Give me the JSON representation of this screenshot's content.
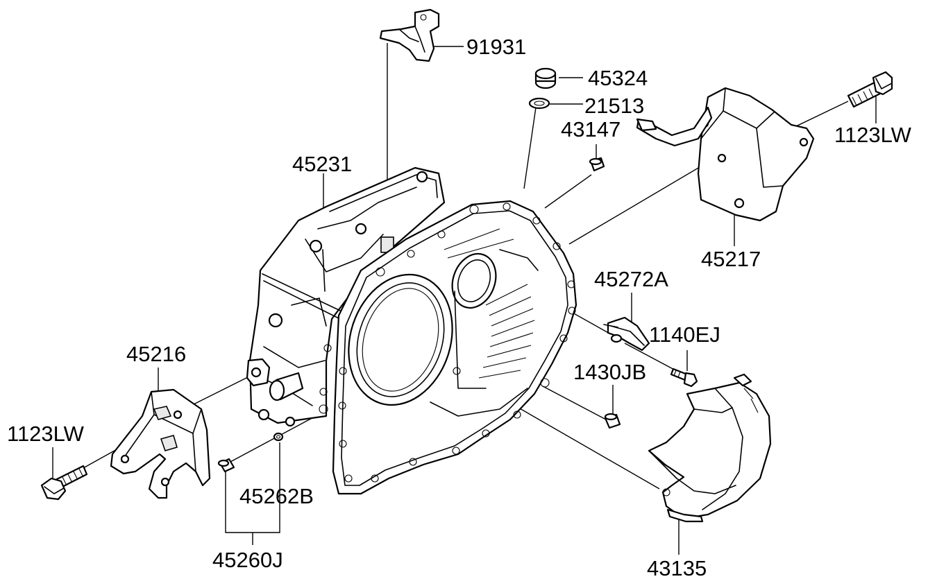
{
  "labels": {
    "p91931": "91931",
    "p45324": "45324",
    "p21513": "21513",
    "p43147": "43147",
    "p45231": "45231",
    "p1123LW_right": "1123LW",
    "p45217": "45217",
    "p45272A": "45272A",
    "p1140EJ": "1140EJ",
    "p1430JB": "1430JB",
    "p45216": "45216",
    "p1123LW_left": "1123LW",
    "p45262B": "45262B",
    "p45260J": "45260J",
    "p43135": "43135"
  }
}
